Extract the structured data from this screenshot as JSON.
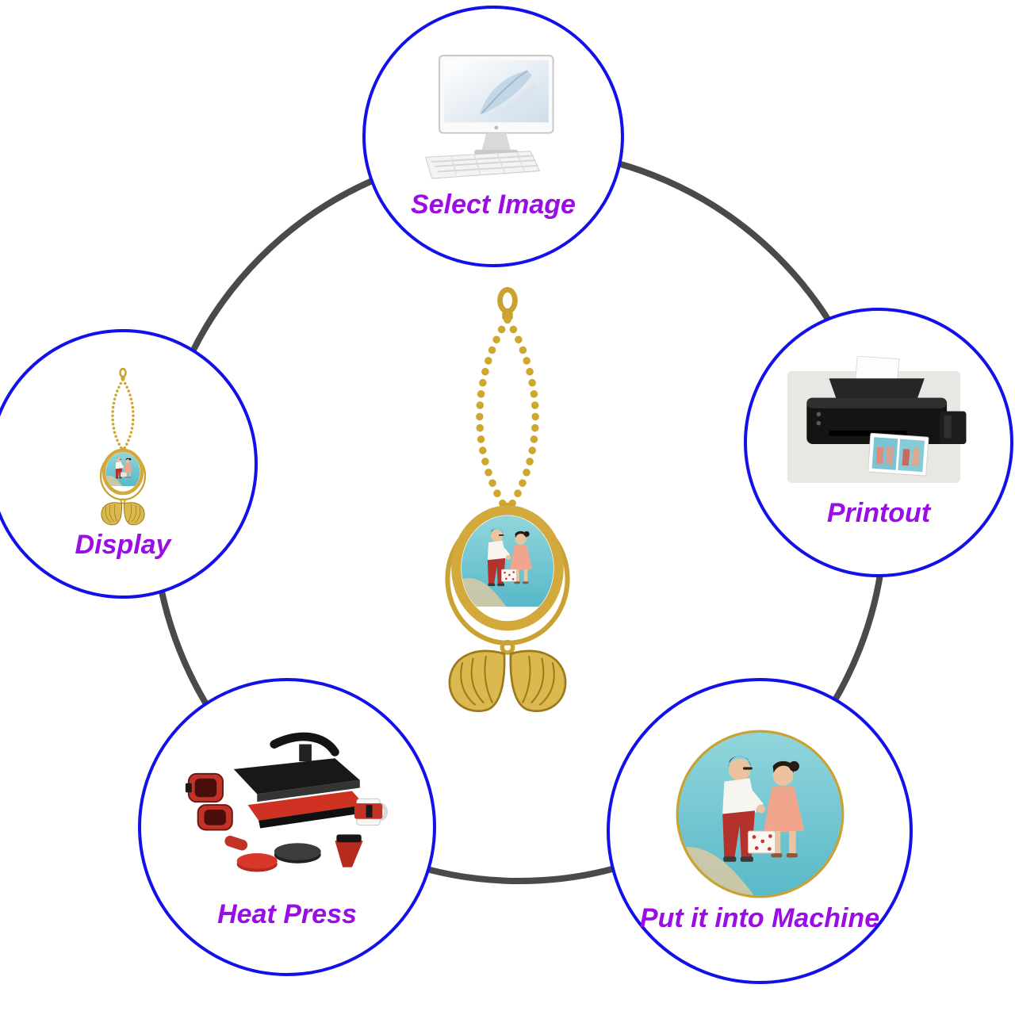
{
  "diagram": {
    "steps": [
      {
        "id": "select-image",
        "label": "Select Image",
        "icon": "computer-icon",
        "position": "top"
      },
      {
        "id": "printout",
        "label": "Printout",
        "icon": "printer-icon",
        "position": "right"
      },
      {
        "id": "display",
        "label": "Display",
        "icon": "pendant-display-icon",
        "position": "left"
      },
      {
        "id": "heat-press",
        "label": "Heat Press",
        "icon": "heat-press-icon",
        "position": "bottom-left"
      },
      {
        "id": "put-into-machine",
        "label": "Put it into Machine",
        "icon": "photo-insert-icon",
        "position": "bottom-right"
      }
    ],
    "center": {
      "id": "product",
      "icon": "photo-pendant-icon"
    },
    "colors": {
      "step_circle_border": "#1310ea",
      "label_text": "#9a0ee6",
      "process_ring": "#4a4a4a",
      "gold": "#c9a232"
    }
  }
}
